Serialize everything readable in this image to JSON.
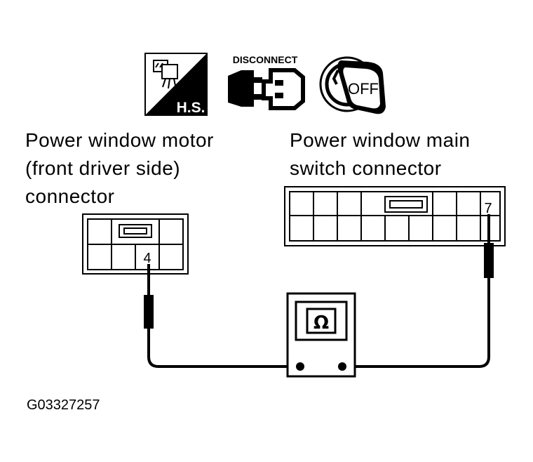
{
  "icons": {
    "hs_label": "H.S.",
    "disconnect_label": "DISCONNECT",
    "off_label": "OFF"
  },
  "motor_connector": {
    "label_lines": [
      "Power window motor",
      "(front driver side)",
      "connector"
    ],
    "terminal": "4"
  },
  "switch_connector": {
    "label_lines": [
      "Power window main",
      "switch connector"
    ],
    "terminal": "7"
  },
  "meter": {
    "symbol": "Ω"
  },
  "figure_code": "G03327257"
}
